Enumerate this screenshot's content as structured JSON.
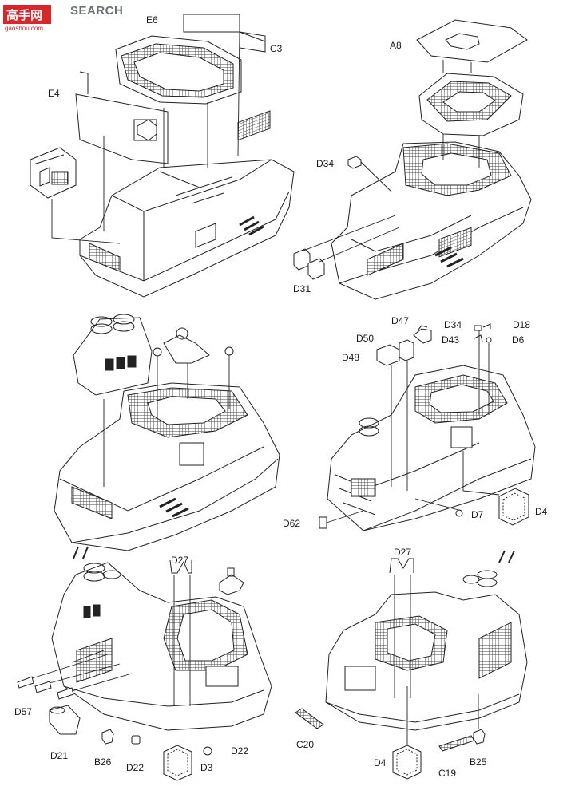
{
  "watermark": {
    "site_text": "SEARCH",
    "logo_text": "高手网",
    "url_text": "gaoshou.com"
  },
  "steps": [
    {
      "id": "step1",
      "labels": [
        "E6",
        "C3",
        "E4"
      ]
    },
    {
      "id": "step2",
      "labels": [
        "A8",
        "D34",
        "D31"
      ]
    },
    {
      "id": "step3",
      "labels": []
    },
    {
      "id": "step4",
      "labels": [
        "D47",
        "D50",
        "D48",
        "D34",
        "D18",
        "D43",
        "D6",
        "D7",
        "D62",
        "D4"
      ]
    },
    {
      "id": "step5",
      "labels": [
        "D27",
        "D57",
        "D21",
        "B26",
        "D22",
        "D3",
        "D22"
      ]
    },
    {
      "id": "step6",
      "labels": [
        "D27",
        "C20",
        "D4",
        "C19",
        "B25"
      ]
    }
  ],
  "colors": {
    "ink": "#1a1a1a",
    "hatch": "#555555",
    "logo_red": "#d8262b"
  }
}
